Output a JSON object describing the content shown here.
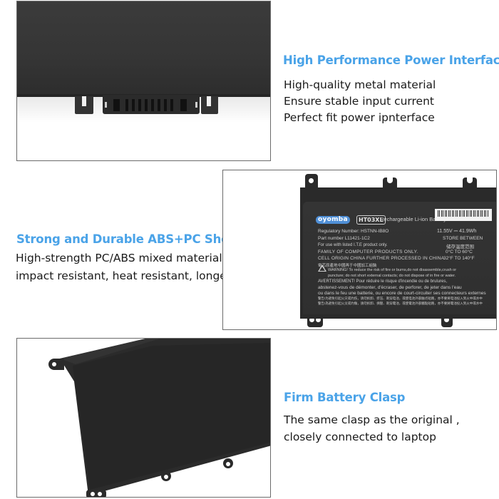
{
  "features": [
    {
      "heading": "High Performance Power Interface",
      "lines": [
        "High-quality metal material",
        "Ensure stable input current",
        "Perfect fit power ipnterface"
      ],
      "image": "battery-power-connector-closeup"
    },
    {
      "heading": "Strong and Durable ABS+PC Shell",
      "lines": [
        "High-strength PC/ABS mixed material,",
        "impact resistant, heat resistant, longer life"
      ],
      "image": "battery-label-closeup"
    },
    {
      "heading": "Firm Battery Clasp",
      "lines": [
        "The same clasp as the original ,",
        "closely connected to laptop"
      ],
      "image": "battery-clasp-closeup"
    }
  ],
  "battery_label": {
    "brand": "oyomba",
    "model": "HT03XL",
    "type": "Rechargeable Li-ion Battery",
    "regulatory": "Regulatory Number: HSTNN-IB8O",
    "part_number": "Part number L11421-1C2",
    "use_with": "For use with listed I.T.E product only.",
    "family": "FAMILY OF COMPUTER PRODUCTS ONLY.",
    "cell_origin": "CELL ORIGIN CHINA FURTHER PROCESSED IN CHINA",
    "cell_origin_cn": "電芯原產地中國再于中國加工組裝",
    "voltage": "11.55V ⎓ 41.9Wh",
    "store_between": "STORE BETWEEN",
    "store_between_cn": "储存温度范围",
    "temp_c": "0°C TO 60°C",
    "temp_f": "32°F TO 140°F",
    "warning_1": "WARNING! To reduce the risk of fire or burns,do not disassemble,crush or",
    "warning_2": "puncture; do not short external contacts; do not dispose of in fire or water.",
    "avert_1": "AVERTISSEMENT! Pour réduire le risque d'incendie ou de brulures,",
    "avert_2": "abstenez-vous de démonter, d'écraser, de perforer, de jeter dans l'eau",
    "avert_3": "ou dans le feu une batterie, ou encore de court-circuiter ses connecteurs externes",
    "cn_warning_1": "警告!为避免引起火灾或灼伤，请勿拆卸、挤压、刺穿电池，或使电池外部触点短路，亦不要将电池投入到火中或水中",
    "cn_warning_2": "警告!為避免引起火災或灼傷，請勿拆卸、擠壓、刺穿電池，或使電池外部觸點短路，亦不要將電池投入到火中或水中"
  },
  "colors": {
    "heading_blue": "#4aa3e8",
    "body_text": "#1a1a1a",
    "battery_black": "#2a2a2a",
    "frame_border": "#6b6b6b"
  }
}
